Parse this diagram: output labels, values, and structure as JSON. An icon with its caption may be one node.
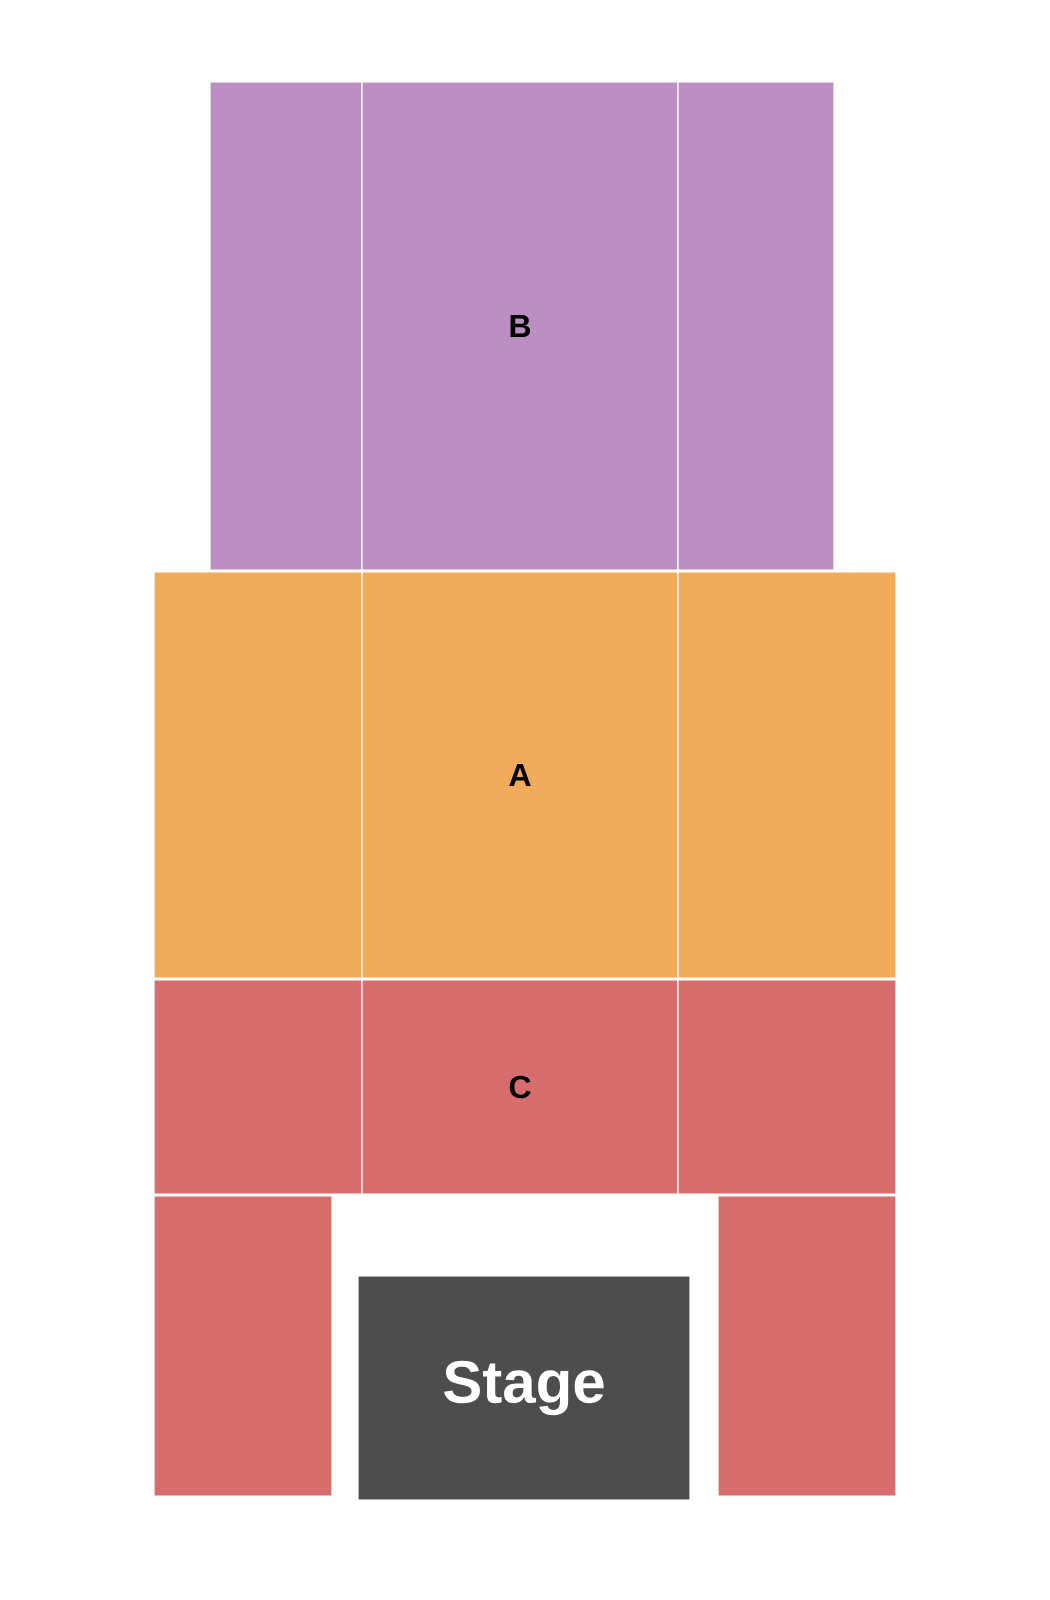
{
  "diagram": {
    "nodes": [
      {
        "text": [],
        "shape": "box"
      },
      {
        "text": [
          "B"
        ]
      },
      {
        "text": [],
        "shape": "box"
      },
      {
        "text": [],
        "shape": "box"
      },
      {
        "text": [
          "A"
        ]
      },
      {
        "text": [],
        "shape": "box"
      },
      {
        "text": [],
        "shape": "box"
      },
      {
        "text": [
          "C"
        ]
      },
      {
        "text": [],
        "shape": "box"
      },
      {
        "text": [],
        "shape": "box"
      },
      {
        "text": [
          "Stage"
        ]
      },
      {
        "text": [],
        "shape": "box"
      }
    ]
  }
}
